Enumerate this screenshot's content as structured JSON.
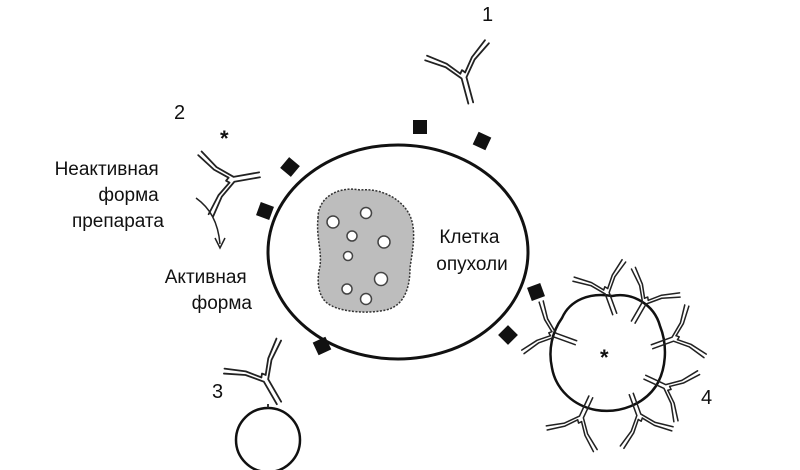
{
  "labels": {
    "num_1": "1",
    "num_2": "2",
    "num_3": "3",
    "num_4": "4",
    "inactive_form": [
      "Неактивная",
      "форма",
      "препарата"
    ],
    "active_form": [
      "Активная",
      "форма"
    ],
    "tumor_cell": [
      "Клетка",
      "опухоли"
    ],
    "asterisk": "*"
  },
  "colors": {
    "stroke": "#222222",
    "nucleus_fill": "#bdbdbd",
    "receptor": "#111111",
    "background": "#ffffff"
  }
}
